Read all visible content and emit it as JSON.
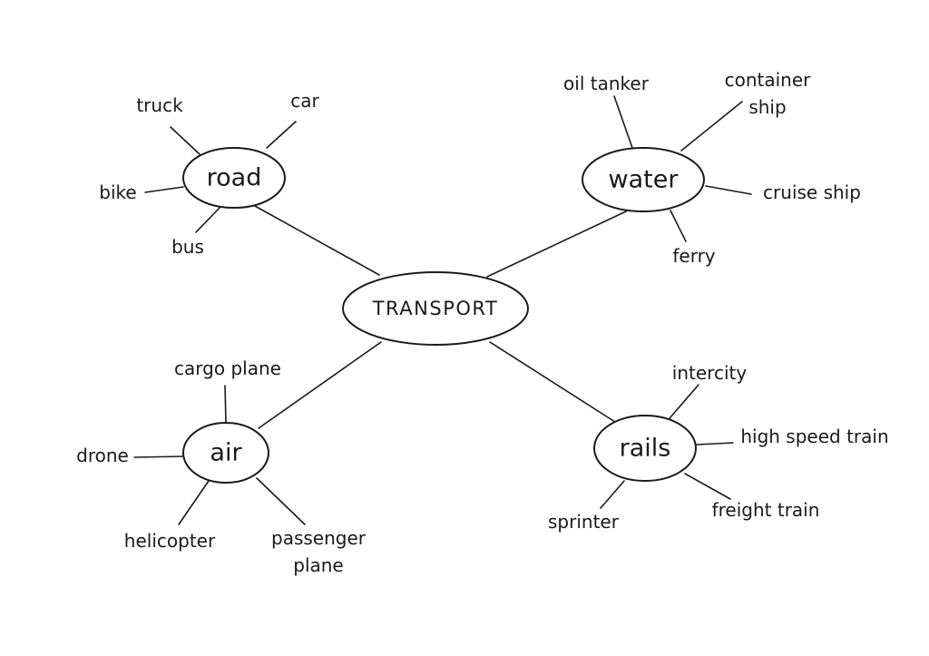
{
  "diagram": {
    "root": {
      "id": "transport",
      "label": "TRANSPORT"
    },
    "categories": [
      {
        "id": "road",
        "label": "road",
        "items": [
          {
            "id": "truck",
            "lines": [
              "truck"
            ]
          },
          {
            "id": "car",
            "lines": [
              "car"
            ]
          },
          {
            "id": "bike",
            "lines": [
              "bike"
            ]
          },
          {
            "id": "bus",
            "lines": [
              "bus"
            ]
          }
        ]
      },
      {
        "id": "water",
        "label": "water",
        "items": [
          {
            "id": "oil-tanker",
            "lines": [
              "oil tanker"
            ]
          },
          {
            "id": "container-ship",
            "lines": [
              "container",
              "ship"
            ]
          },
          {
            "id": "cruise-ship",
            "lines": [
              "cruise ship"
            ]
          },
          {
            "id": "ferry",
            "lines": [
              "ferry"
            ]
          }
        ]
      },
      {
        "id": "air",
        "label": "air",
        "items": [
          {
            "id": "cargo-plane",
            "lines": [
              "cargo plane"
            ]
          },
          {
            "id": "drone",
            "lines": [
              "drone"
            ]
          },
          {
            "id": "helicopter",
            "lines": [
              "helicopter"
            ]
          },
          {
            "id": "passenger-plane",
            "lines": [
              "passenger",
              "plane"
            ]
          }
        ]
      },
      {
        "id": "rails",
        "label": "rails",
        "items": [
          {
            "id": "intercity",
            "lines": [
              "intercity"
            ]
          },
          {
            "id": "high-speed-train",
            "lines": [
              "high speed train"
            ]
          },
          {
            "id": "sprinter",
            "lines": [
              "sprinter"
            ]
          },
          {
            "id": "freight-train",
            "lines": [
              "freight train"
            ]
          }
        ]
      }
    ]
  }
}
